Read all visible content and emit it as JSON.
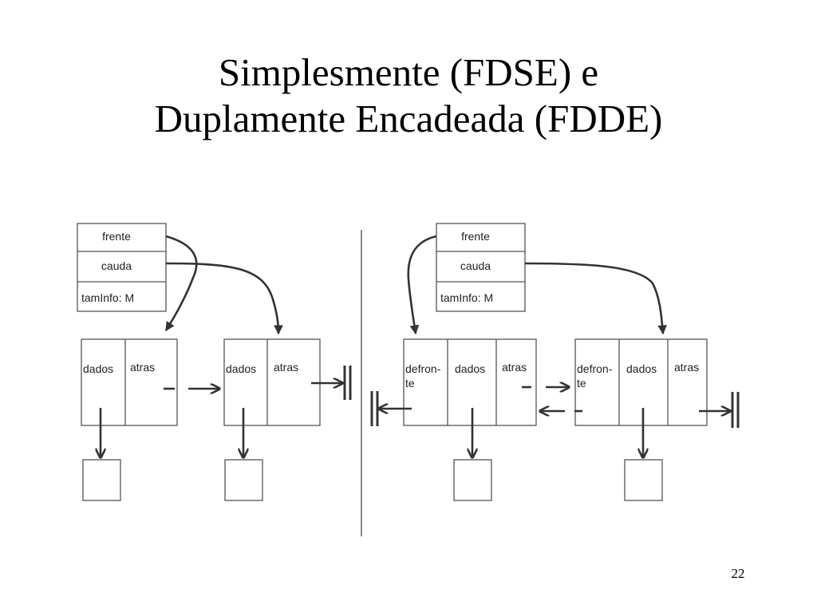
{
  "slide": {
    "title_line1": "Simplesmente (FDSE) e",
    "title_line2": "Duplamente Encadeada (FDDE)",
    "page_number": "22"
  },
  "left_diagram": {
    "descriptor": {
      "frente": "frente",
      "cauda": "cauda",
      "tamInfo": "tamInfo: M"
    },
    "node1": {
      "dados": "dados",
      "atras": "atras"
    },
    "node2": {
      "dados": "dados",
      "atras": "atras"
    }
  },
  "right_diagram": {
    "descriptor": {
      "frente": "frente",
      "cauda": "cauda",
      "tamInfo": "tamInfo: M"
    },
    "node1": {
      "defronte_line1": "defron-",
      "defronte_line2": "te",
      "dados": "dados",
      "atras": "atras"
    },
    "node2": {
      "defronte_line1": "defron-",
      "defronte_line2": "te",
      "dados": "dados",
      "atras": "atras"
    }
  }
}
